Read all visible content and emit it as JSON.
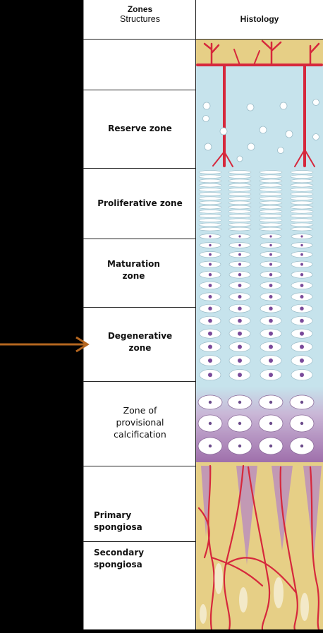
{
  "header": {
    "col1_line1": "Zones",
    "col1_line2": "Structures",
    "col2": "Histology"
  },
  "zones": [
    {
      "line1": "",
      "line2": ""
    },
    {
      "line1": "Reserve zone",
      "line2": ""
    },
    {
      "line1": "Proliferative zone",
      "line2": ""
    },
    {
      "line1": "Maturation",
      "line2": "zone"
    },
    {
      "line1": "Degenerative",
      "line2": "zone"
    },
    {
      "line1": "Zone of",
      "line2": "provisional",
      "line3": "calcification"
    },
    {
      "line1": "Primary",
      "line2": "spongiosa"
    },
    {
      "line1": "Secondary",
      "line2": "spongiosa"
    }
  ],
  "colors": {
    "background": "#000000",
    "panel": "#ffffff",
    "cartilage": "#c6e3ec",
    "bone": "#e6cf86",
    "vessel": "#d6283c",
    "calcified": "#a67ab0",
    "arrow": "#b5661f"
  }
}
